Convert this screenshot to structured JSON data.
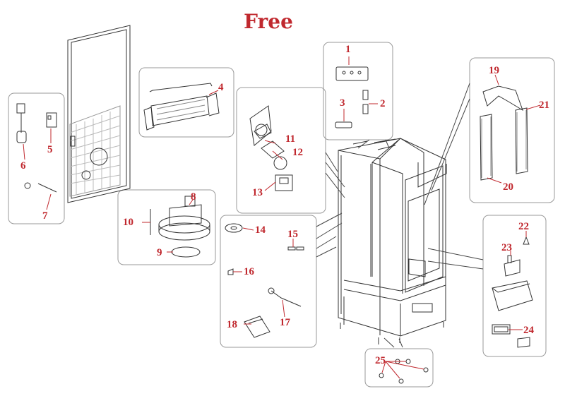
{
  "title": "Free",
  "colors": {
    "label": "#c0282e",
    "line": "#333333",
    "panel_border": "#999999"
  },
  "labels": [
    "1",
    "2",
    "3",
    "4",
    "5",
    "6",
    "7",
    "8",
    "9",
    "10",
    "11",
    "12",
    "13",
    "14",
    "15",
    "16",
    "17",
    "18",
    "19",
    "20",
    "21",
    "22",
    "23",
    "24",
    "25"
  ]
}
